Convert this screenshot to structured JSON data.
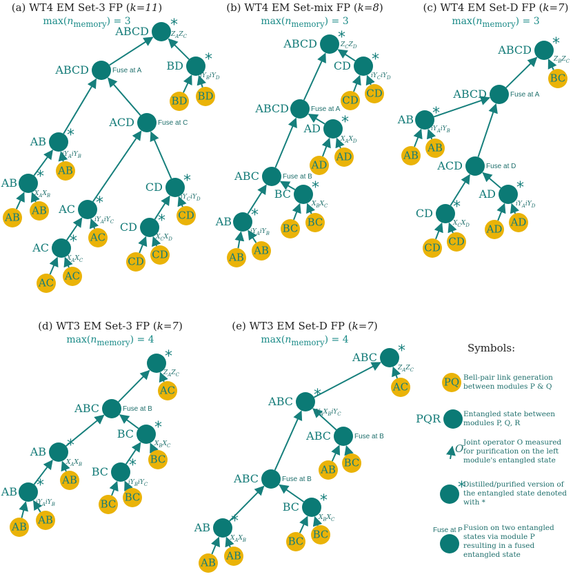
{
  "colors": {
    "teal": "#0b7a75",
    "gold": "#eab308",
    "node_text": "#147b78",
    "subtitle": "#1a8a87",
    "arrow": "#167f7c"
  },
  "panels": {
    "a": {
      "title_prefix": "(a) WT4 EM Set-3 FP (",
      "title_k": "k=11",
      "title_suffix": ")",
      "memory_prefix": "max(",
      "memory_var": "n",
      "memory_sub": "memory",
      "memory_suffix": ") = 3"
    },
    "b": {
      "title_prefix": "(b) WT4 EM Set-mix FP (",
      "title_k": "k=8",
      "title_suffix": ")",
      "memory_prefix": "max(",
      "memory_var": "n",
      "memory_sub": "memory",
      "memory_suffix": ") = 3"
    },
    "c": {
      "title_prefix": "(c) WT4 EM Set-D FP (",
      "title_k": "k=7",
      "title_suffix": ")",
      "memory_prefix": "max(",
      "memory_var": "n",
      "memory_sub": "memory",
      "memory_suffix": ") = 3"
    },
    "d": {
      "title_prefix": "(d) WT3 EM Set-3 FP (",
      "title_k": "k=7",
      "title_suffix": ")",
      "memory_prefix": "max(",
      "memory_var": "n",
      "memory_sub": "memory",
      "memory_suffix": ") = 4"
    },
    "e": {
      "title_prefix": "(e) WT3 EM Set-D FP (",
      "title_k": "k=7",
      "title_suffix": ")",
      "memory_prefix": "max(",
      "memory_var": "n",
      "memory_sub": "memory",
      "memory_suffix": ") = 4"
    }
  },
  "labels": {
    "ABCD": "ABCD",
    "ABC": "ABC",
    "ACD": "ACD",
    "AB": "AB",
    "AC": "AC",
    "AD": "AD",
    "BC": "BC",
    "BD": "BD",
    "CD": "CD",
    "PQ": "PQ",
    "PQR": "PQR",
    "O": "O",
    "star": "*"
  },
  "fuse": {
    "A": "Fuse at A",
    "B": "Fuse at B",
    "C": "Fuse at C",
    "D": "Fuse at D",
    "P": "Fuse at P"
  },
  "ops": {
    "ZaZc": "Z_A Z_C",
    "ZcZd": "Z_C Z_D",
    "ZbZc": "Z_B Z_C",
    "iYbiYd": "iY_B iY_D",
    "iYaiYb": "iY_A iY_B",
    "iYciYd": "iY_C iY_D",
    "iYaiYc": "iY_A iY_C",
    "iYaiYd": "iY_A iY_D",
    "iYbiYc": "iY_B iY_C",
    "XaXb": "X_A X_B",
    "XaXc": "X_A X_C",
    "XaXd": "X_A X_D",
    "XbXc": "X_B X_C",
    "XcXd": "X_C X_D",
    "iYaXbiYc": "iY_A X_B iY_C"
  },
  "symbols": {
    "title": "Symbols:",
    "pq_desc": "Bell-pair link generation between modules P & Q",
    "pqr_desc": "Entangled state between modules P, Q, R",
    "op_desc": "Joint operator O measured for purification on the left module's entangled state",
    "star_desc": "Distilled/purified version of the entangled state denoted with *",
    "fuse_desc": "Fusion on two entangled states via module P resulting in a fused entangled state"
  }
}
